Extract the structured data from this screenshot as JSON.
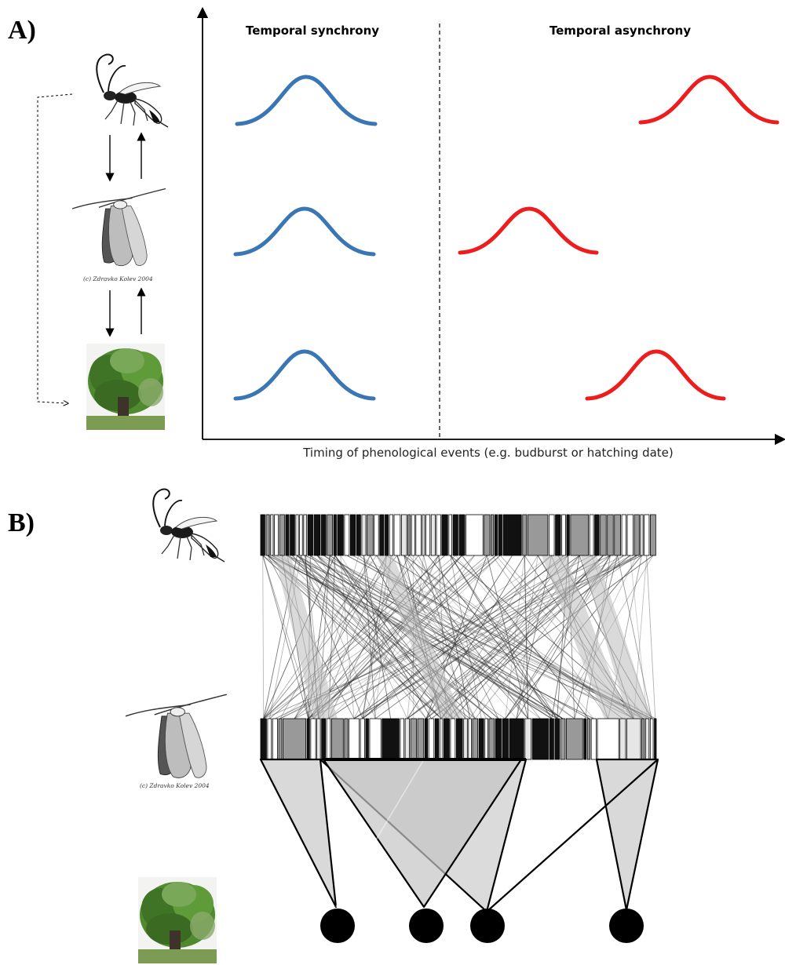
{
  "panels": {
    "a": {
      "label": "A)",
      "heading_left": "Temporal synchrony",
      "heading_right": "Temporal asynchrony",
      "x_axis_label": "Timing of phenological events (e.g. budburst or hatching date)",
      "copyright": "(c) Zdravko Kolev 2004"
    },
    "b": {
      "label": "B)",
      "copyright": "(c) Zdravko Kolev 2004"
    }
  },
  "colors": {
    "synchrony": "#3a76b4",
    "asynchrony": "#ee1c1c",
    "web_fill": "#cccccc"
  },
  "icons": {
    "parasitoid": "wasp-icon",
    "herbivore": "moth-icon",
    "host_plant": "oak-tree-icon"
  }
}
